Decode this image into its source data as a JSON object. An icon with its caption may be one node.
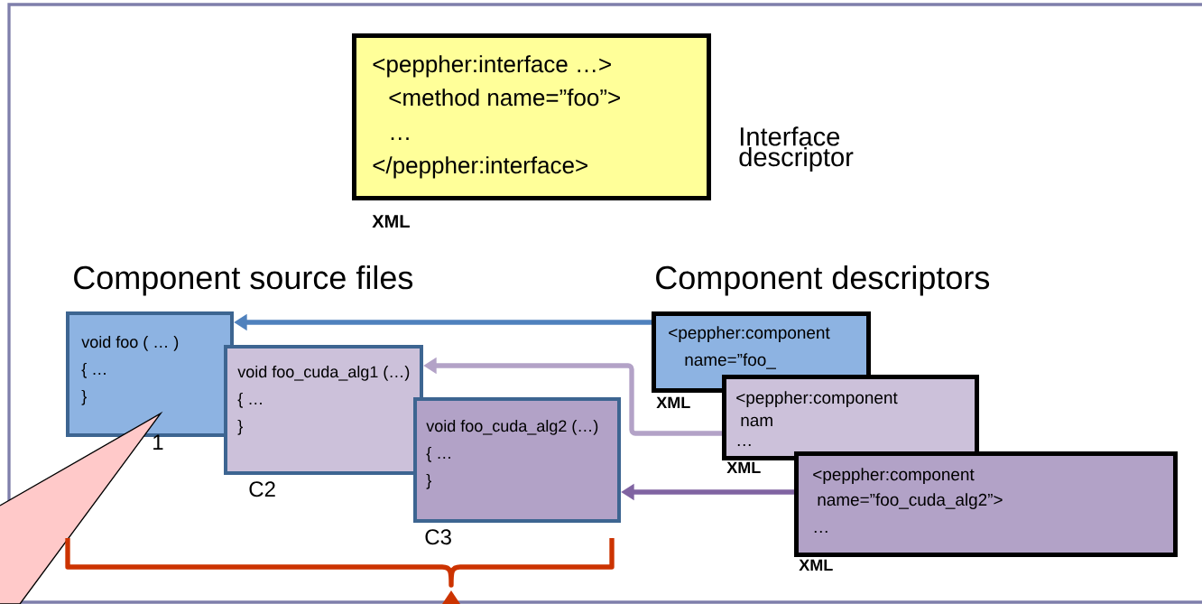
{
  "diagram": {
    "nodes": [
      {
        "text": [
          "<peppher:interface …>",
          "<method name=”foo”>",
          "…",
          "</peppher:interface>"
        ],
        "beside": [
          "XML",
          "Interface descriptor"
        ]
      },
      {
        "text": [
          "void foo ( … )",
          "{ …",
          "}"
        ],
        "beside": [
          "1"
        ]
      },
      {
        "text": [
          "void foo_cuda_alg1 (…)",
          "{ …",
          "}"
        ],
        "beside": [
          "C2"
        ]
      },
      {
        "text": [
          "void foo_cuda_alg2 (…)",
          "{ …",
          "}"
        ],
        "beside": [
          "C3"
        ]
      },
      {
        "text": [
          "<peppher:component",
          "name=”foo_"
        ],
        "beside": [
          "XML"
        ]
      },
      {
        "text": [
          "<peppher:component",
          "nam",
          "…"
        ],
        "beside": [
          "XML"
        ]
      },
      {
        "text": [
          "<peppher:component",
          "name=”foo_cuda_alg2”>",
          "…"
        ],
        "beside": [
          "XML"
        ]
      }
    ],
    "edges": [
      {
        "from": 4,
        "to": 1,
        "arrow": "to",
        "color": "#4f81bd"
      },
      {
        "from": 5,
        "to": 2,
        "arrow": "to",
        "color": "#b3a2c7"
      },
      {
        "from": 6,
        "to": 3,
        "arrow": "to",
        "color": "#8064a2"
      }
    ],
    "labels": [
      "Component source files",
      "Component descriptors"
    ]
  }
}
